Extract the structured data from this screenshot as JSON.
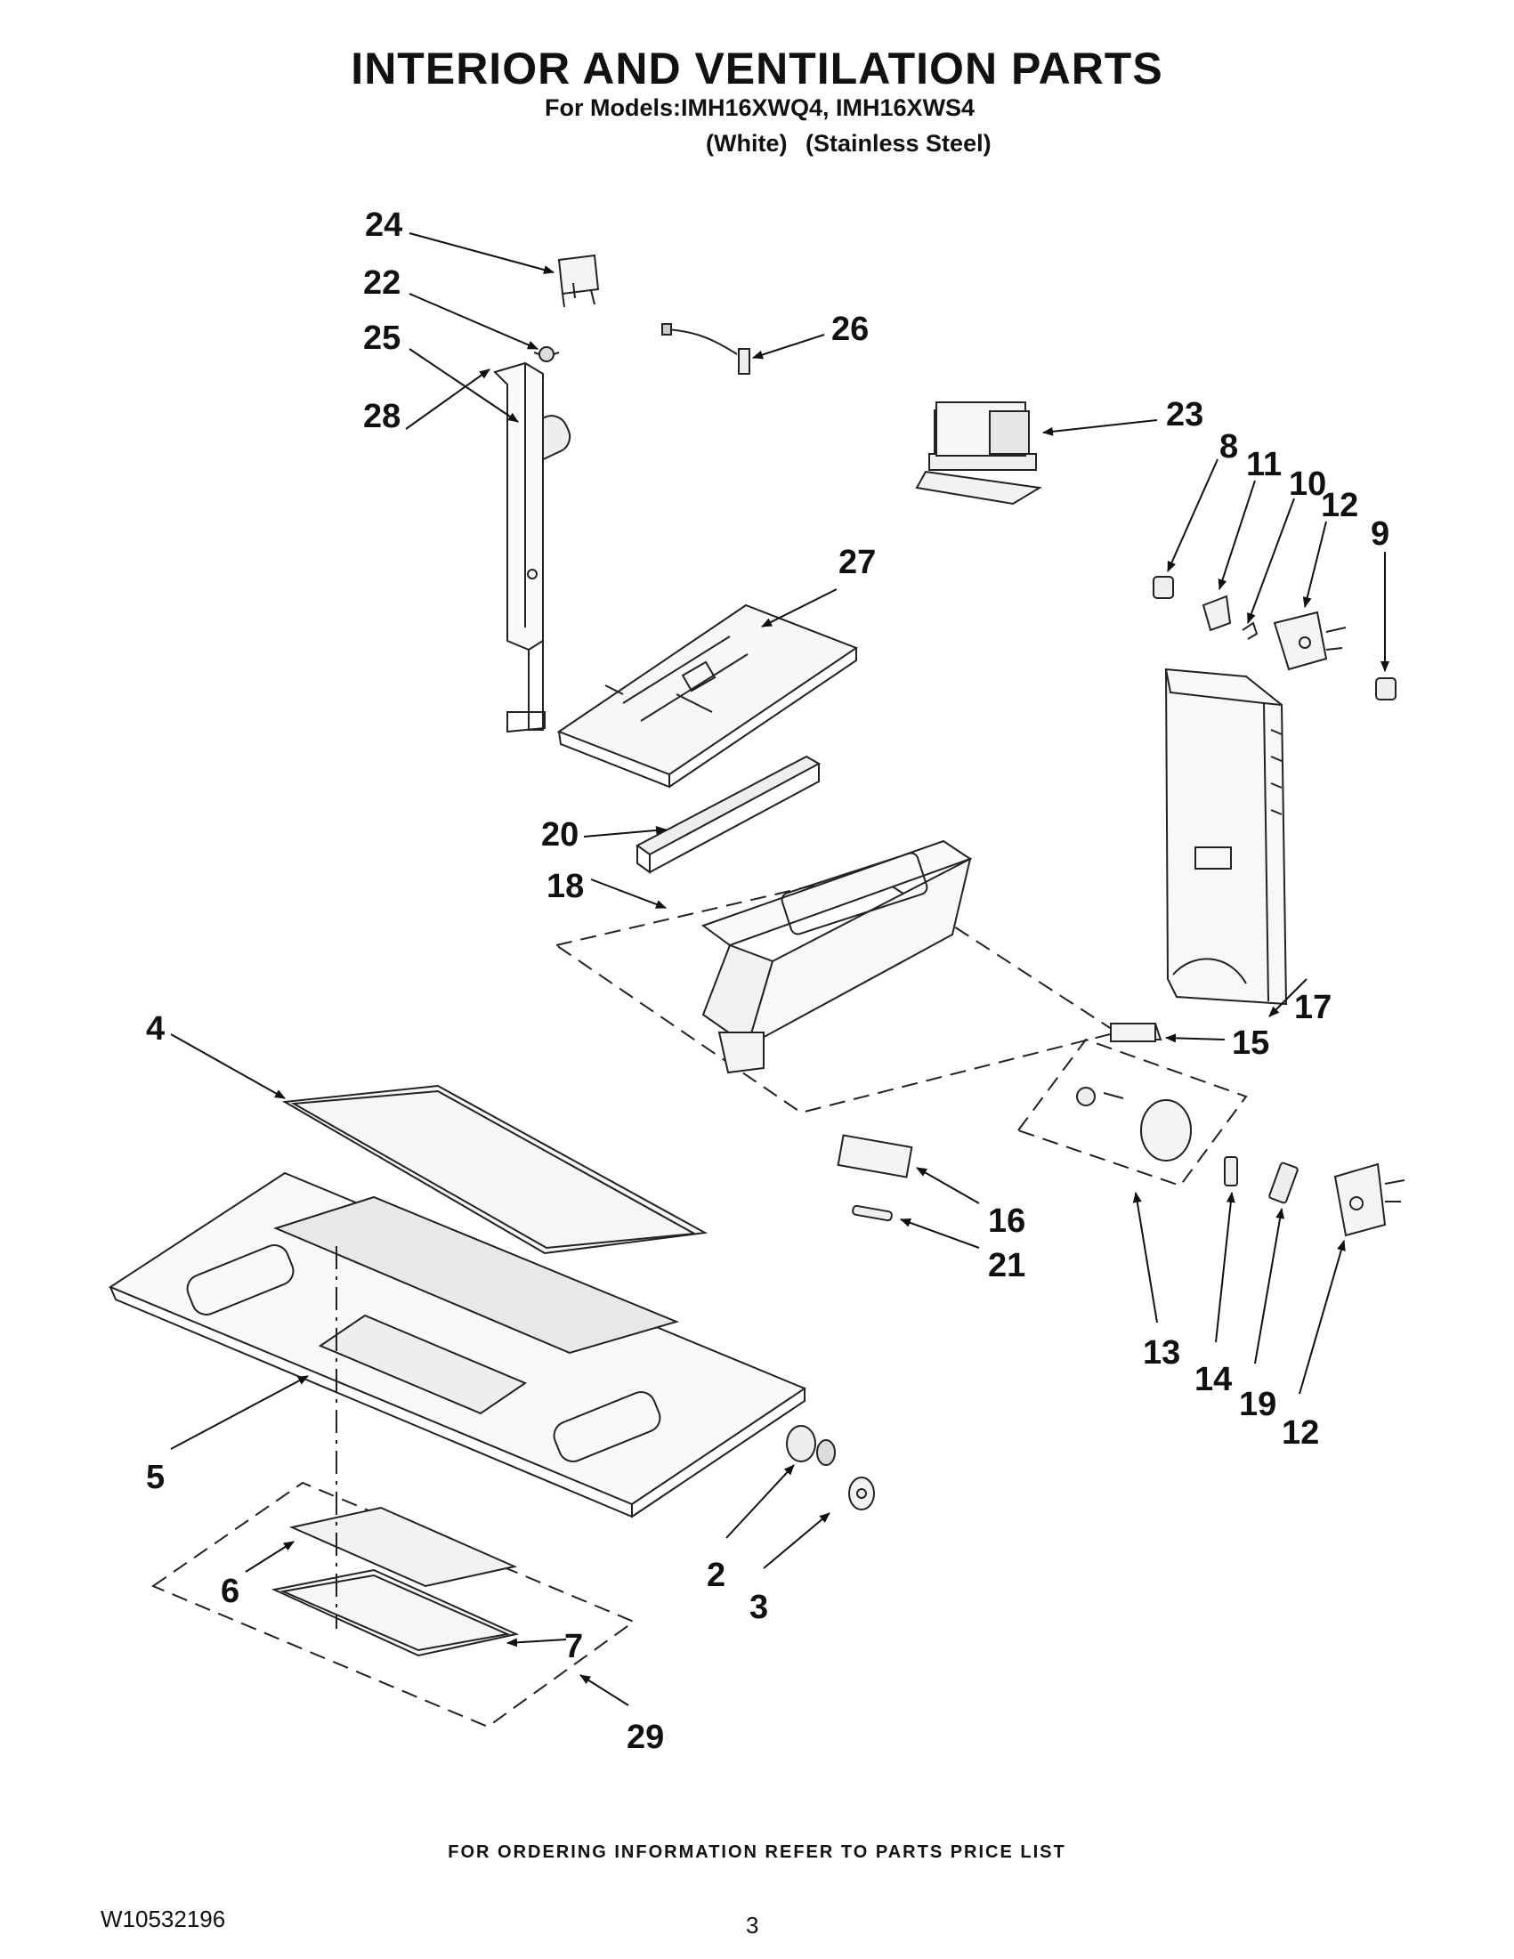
{
  "header": {
    "title": "INTERIOR AND VENTILATION PARTS",
    "subtitle": "For Models:IMH16XWQ4, IMH16XWS4",
    "variant_white": "(White)",
    "variant_steel": "(Stainless Steel)"
  },
  "callouts": {
    "c24": "24",
    "c22": "22",
    "c25": "25",
    "c28": "28",
    "c26": "26",
    "c23": "23",
    "c8": "8",
    "c11": "11",
    "c10": "10",
    "c12a": "12",
    "c9": "9",
    "c27": "27",
    "c20": "20",
    "c18": "18",
    "c17": "17",
    "c15": "15",
    "c4": "4",
    "c16": "16",
    "c21": "21",
    "c13": "13",
    "c14": "14",
    "c19": "19",
    "c12b": "12",
    "c5": "5",
    "c2": "2",
    "c3": "3",
    "c6": "6",
    "c7": "7",
    "c29": "29"
  },
  "footer": {
    "note": "FOR ORDERING INFORMATION REFER TO PARTS PRICE LIST",
    "doc_number": "W10532196",
    "page_number": "3"
  }
}
